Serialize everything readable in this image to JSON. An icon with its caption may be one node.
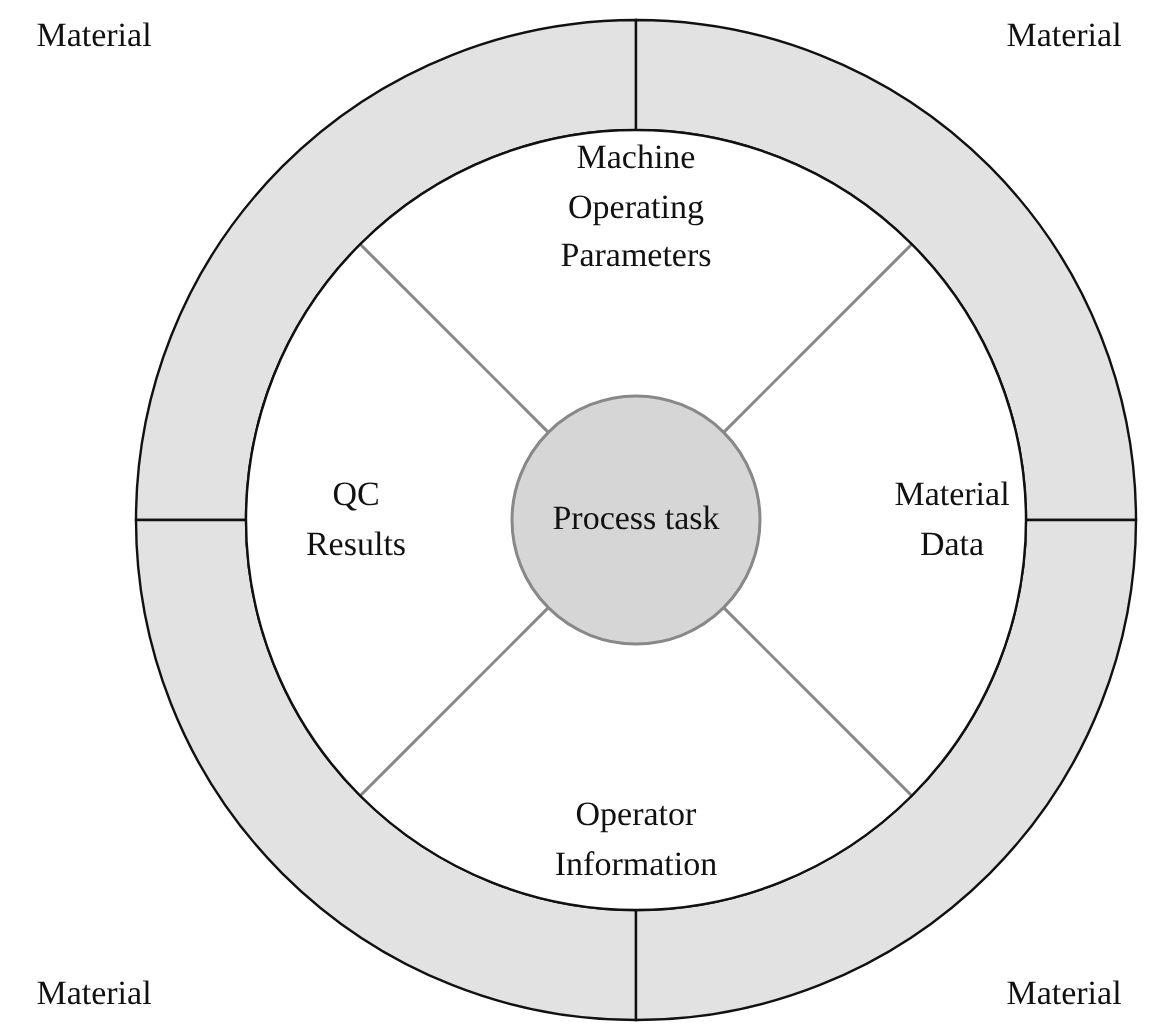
{
  "diagram": {
    "nodes": [
      {
        "text": [],
        "shape": "band",
        "beside": [
          "Material"
        ]
      },
      {
        "text": [],
        "shape": "band",
        "beside": [
          "Material"
        ]
      },
      {
        "text": [],
        "shape": "band",
        "beside": [
          "Material"
        ]
      },
      {
        "text": [],
        "shape": "band",
        "beside": [
          "Material"
        ]
      },
      {
        "text": [
          "Machine Operating Parameters"
        ]
      },
      {
        "text": [
          "QC Results"
        ]
      },
      {
        "text": [
          "Material Data"
        ]
      },
      {
        "text": [
          "Operator Information"
        ]
      },
      {
        "text": [
          "Process task"
        ]
      }
    ],
    "edges": []
  }
}
